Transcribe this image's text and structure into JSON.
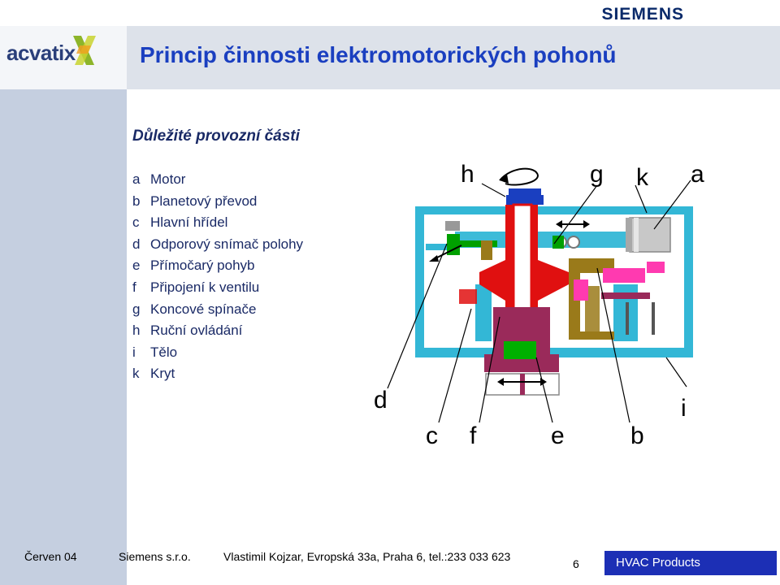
{
  "brand": "SIEMENS",
  "logo": {
    "text": "acvatix"
  },
  "title": "Princip činnosti elektromotorických pohonů",
  "subtitle": "Důležité provozní části",
  "parts": [
    {
      "key": "a",
      "label": "Motor"
    },
    {
      "key": "b",
      "label": "Planetový převod"
    },
    {
      "key": "c",
      "label": "Hlavní hřídel"
    },
    {
      "key": "d",
      "label": "Odporový snímač polohy"
    },
    {
      "key": "e",
      "label": "Přímočarý pohyb"
    },
    {
      "key": "f",
      "label": "Připojení k ventilu"
    },
    {
      "key": "g",
      "label": "Koncové spínače"
    },
    {
      "key": "h",
      "label": "Ruční ovládání"
    },
    {
      "key": "i",
      "label": "Tělo"
    },
    {
      "key": "k",
      "label": "Kryt"
    }
  ],
  "diagram_labels": {
    "h": "h",
    "g": "g",
    "k": "k",
    "a": "a",
    "d": "d",
    "i": "i",
    "c": "c",
    "f": "f",
    "e": "e",
    "b": "b"
  },
  "colors": {
    "title": "#1a3fc0",
    "housing": "#33b7d6",
    "shaft": "#e01010",
    "coupling": "#9a2a5a",
    "motor": "#c8c8c8",
    "gear": "#9a7a1a",
    "pink": "#ff3ab0",
    "green": "#00b000",
    "blue": "#1a3fc0",
    "hvac_bar": "#1c2fb5"
  },
  "footer": {
    "date": "Červen 04",
    "company": "Siemens s.r.o.",
    "address": "Vlastimil Kojzar, Evropská 33a, Praha 6, tel.:233 033 623",
    "page": "6",
    "division": "HVAC Products"
  }
}
